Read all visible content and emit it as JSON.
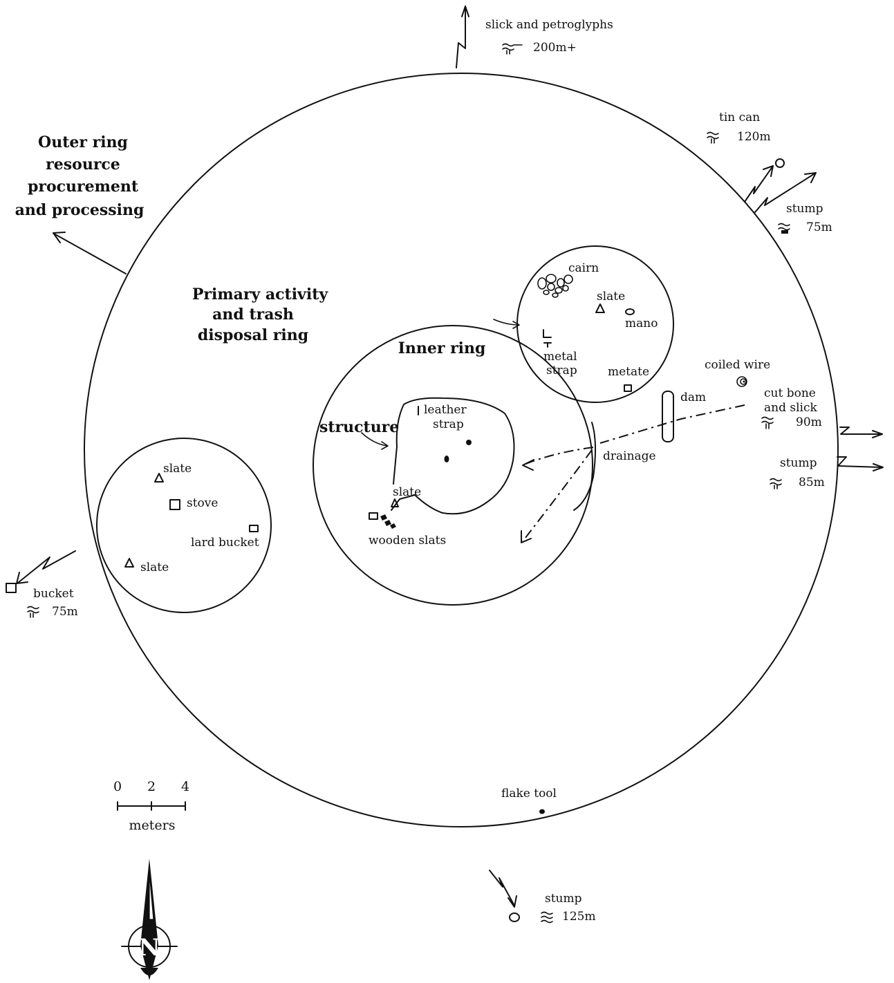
{
  "rings": {
    "outer_ring": "Outer ring resource procurement and processing",
    "outer_ring_lines": [
      "Outer ring",
      "resource",
      "procurement",
      "and processing"
    ],
    "primary_ring_lines": [
      "Primary activity",
      "and trash",
      "disposal ring"
    ],
    "inner_ring": "Inner ring"
  },
  "features": {
    "structure": "structure",
    "leather_strap_lines": [
      "leather",
      "strap"
    ],
    "slate_structure": "slate",
    "wooden_slats": "wooden slats",
    "drainage": "drainage",
    "dam": "dam",
    "coiled_wire": "coiled wire",
    "cut_bone_lines": [
      "cut bone",
      "and slick"
    ],
    "cut_bone_distance": "90m",
    "flake_tool": "flake tool"
  },
  "ne_cluster": {
    "cairn": "cairn",
    "slate": "slate",
    "mano": "mano",
    "metal_strap_lines": [
      "metal",
      "strap"
    ],
    "metate": "metate"
  },
  "west_cluster": {
    "slate_top": "slate",
    "stove": "stove",
    "lard_bucket": "lard bucket",
    "slate_bottom": "slate"
  },
  "outliers": {
    "petroglyphs": {
      "label": "slick and petroglyphs",
      "distance": "200m+"
    },
    "tin_can": {
      "label": "tin can",
      "distance": "120m"
    },
    "stump_ne": {
      "label": "stump",
      "distance": "75m"
    },
    "stump_e": {
      "label": "stump",
      "distance": "85m"
    },
    "bucket": {
      "label": "bucket",
      "distance": "75m"
    },
    "stump_s": {
      "label": "stump",
      "distance": "125m"
    }
  },
  "scale_bar": {
    "ticks": [
      "0",
      "2",
      "4"
    ],
    "unit": "meters"
  },
  "north_arrow": {
    "letter": "N"
  }
}
